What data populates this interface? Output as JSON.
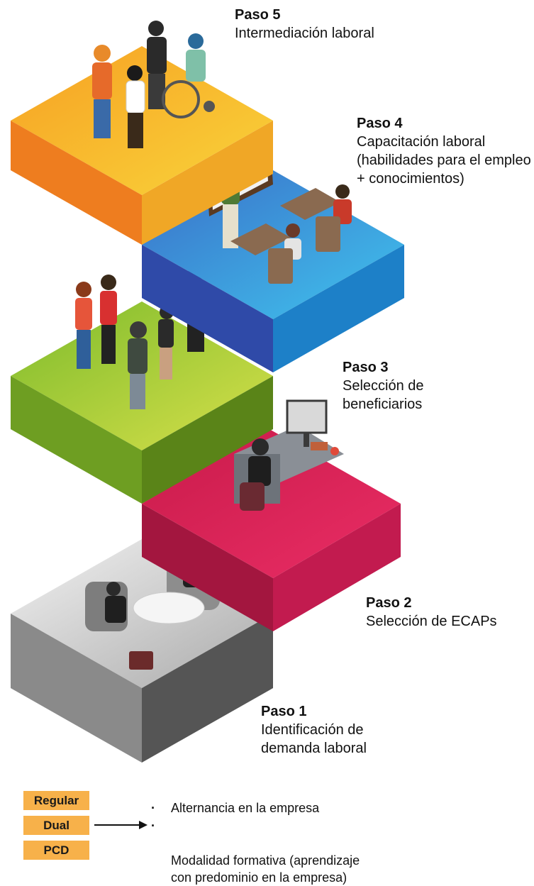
{
  "steps": [
    {
      "number": "Paso 5",
      "description": "Intermediación laboral"
    },
    {
      "number": "Paso 4",
      "description": "Capacitación laboral\n(habilidades para el empleo\n+ conocimientos)"
    },
    {
      "number": "Paso 3",
      "description": "Selección de\nbeneficiarios"
    },
    {
      "number": "Paso 2",
      "description": "Selección de ECAPs"
    },
    {
      "number": "Paso 1",
      "description": "Identificación de\ndemanda laboral"
    }
  ],
  "modalities": [
    "Regular",
    "Dual",
    "PCD"
  ],
  "notes": [
    "Alternancia en la empresa",
    "Modalidad formativa (aprendizaje\ncon predominio en la empresa)"
  ],
  "colors": {
    "step5": "#f2b41f",
    "step4": "#2f8fd6",
    "step3": "#9cc33a",
    "step2": "#d1245b",
    "step1": "#6b6b6b",
    "modality_box": "#f7b14a"
  }
}
